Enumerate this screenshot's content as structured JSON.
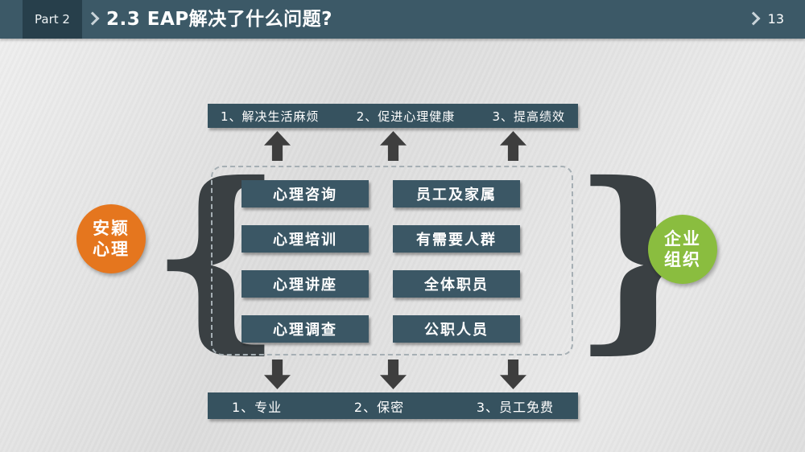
{
  "header": {
    "part_label": "Part 2",
    "title": "2.3 EAP解决了什么问题?",
    "page_number": "13"
  },
  "top_banner": {
    "items": [
      "1、解决生活麻烦",
      "2、促进心理健康",
      "3、提高绩效"
    ]
  },
  "diagram": {
    "left_circle": {
      "line1": "安颖",
      "line2": "心理"
    },
    "right_circle": {
      "line1": "企业",
      "line2": "组织"
    },
    "services": [
      "心理咨询",
      "心理培训",
      "心理讲座",
      "心理调查"
    ],
    "audiences": [
      "员工及家属",
      "有需要人群",
      "全体职员",
      "公职人员"
    ]
  },
  "bottom_banner": {
    "items": [
      "1、专业",
      "2、保密",
      "3、员工免费"
    ]
  },
  "icons": {
    "left_brace": "{",
    "right_brace": "}"
  },
  "colors": {
    "header_bar": "#3c5967",
    "part_box": "#273f4b",
    "banner_slate": "#36525f",
    "item_box_slate": "#3b5765",
    "orange_circle": "#e5761e",
    "green_circle": "#8abd3f",
    "arrow_gray": "#3e3e3e",
    "background": "#e0e0e0"
  }
}
